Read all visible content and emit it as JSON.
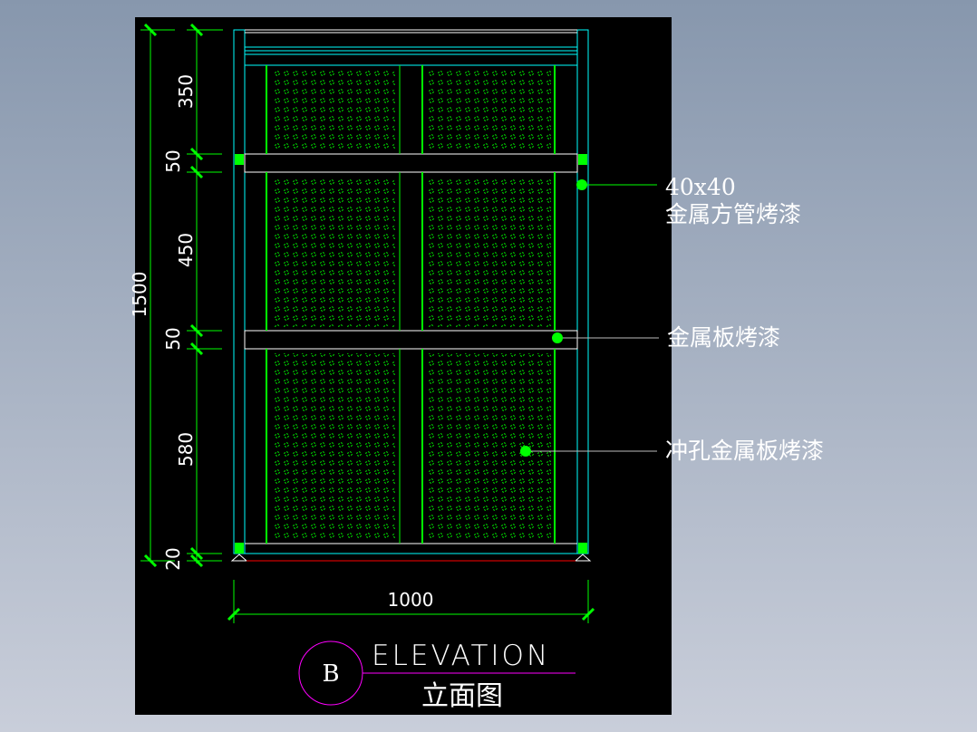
{
  "drawing": {
    "dimensions_vertical": {
      "total": "1500",
      "top_panel": "350",
      "rail_1": "50",
      "rail_1b": "50",
      "middle_panel": "450",
      "rail_2": "50",
      "rail_2b": "50",
      "bottom_panel": "580",
      "foot": "20",
      "foot_b": "20"
    },
    "dimension_horizontal": "1000",
    "callouts": [
      {
        "line1": "40x40",
        "line2": "金属方管烤漆"
      },
      {
        "line1": "金属板烤漆"
      },
      {
        "line1": "冲孔金属板烤漆"
      }
    ],
    "title": {
      "marker": "B",
      "label": "ELEVATION",
      "label_cn": "立面图"
    },
    "colors": {
      "frame": "#00ffff",
      "dims": "#00ff00",
      "text": "#ffffff",
      "title_marker": "#ff00ff",
      "ground": "#ff0000"
    }
  }
}
